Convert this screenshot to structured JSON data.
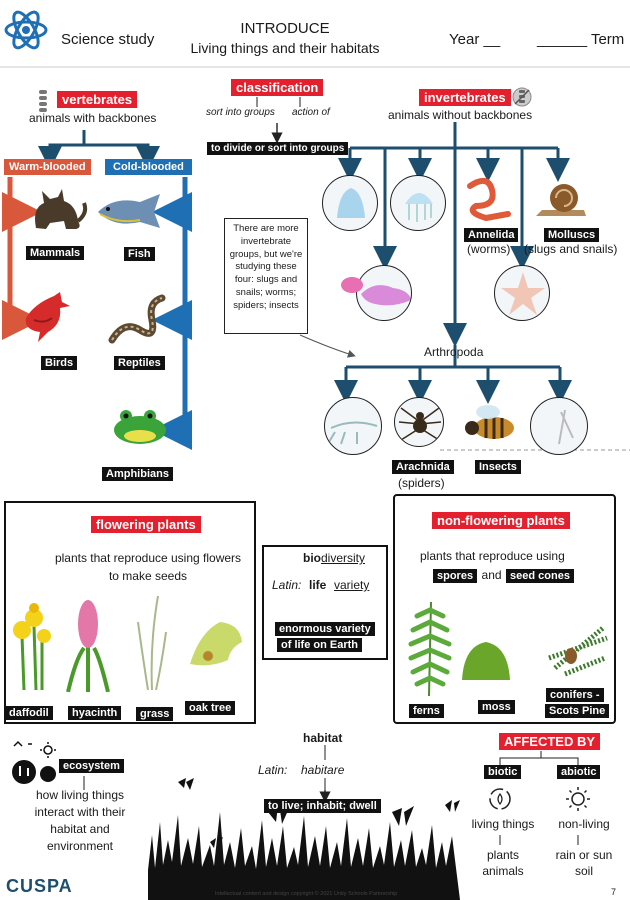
{
  "header": {
    "title": "INTRODUCE",
    "subtitle": "Living things and their habitats",
    "science": "Science study",
    "year": "Year __",
    "term": "______ Term"
  },
  "vertebrates": {
    "label": "vertebrates",
    "desc": "animals with backbones",
    "warm": "Warm-blooded",
    "cold": "Cold-blooded",
    "groups": [
      "Mammals",
      "Fish",
      "Birds",
      "Reptiles",
      "Amphibians"
    ]
  },
  "classification": {
    "label": "classification",
    "sort": "sort into groups",
    "action": "action of",
    "meaning": "to divide or sort into groups"
  },
  "invertebrates": {
    "label": "invertebrates",
    "desc": "animals without backbones",
    "annelida": "Annelida",
    "annelida_sub": "(worms)",
    "molluscs": "Molluscs",
    "molluscs_sub": "(slugs and snails)",
    "note": "There are more invertebrate groups, but we're studying these four: slugs and snails; worms; spiders; insects",
    "arthropoda": "Arthropoda",
    "arachnida": "Arachnida",
    "arachnida_sub": "(spiders)",
    "insects": "Insects"
  },
  "flowering": {
    "label": "flowering plants",
    "desc1": "plants that reproduce using flowers",
    "desc2": "to make seeds",
    "plants": [
      "daffodil",
      "hyacinth",
      "grass",
      "oak tree"
    ]
  },
  "biodiversity": {
    "word_prefix": "bio",
    "word_rest": "diversity",
    "latin": "Latin:",
    "life": "life",
    "variety": "variety",
    "meaning1": "enormous variety",
    "meaning2": "of life on Earth"
  },
  "nonflowering": {
    "label": "non-flowering plants",
    "desc": "plants that reproduce using",
    "spores": "spores",
    "and": "and",
    "cones": "seed cones",
    "plants": [
      "ferns",
      "moss",
      "conifers -",
      "Scots Pine"
    ]
  },
  "ecosystem": {
    "label": "ecosystem",
    "desc": [
      "how living things",
      "interact with their",
      "habitat and",
      "environment"
    ]
  },
  "habitat": {
    "label": "habitat",
    "latin": "Latin:",
    "word": "habitare",
    "meaning": "to live; inhabit; dwell"
  },
  "affected": {
    "label": "AFFECTED BY",
    "biotic": "biotic",
    "abiotic": "abiotic",
    "living": "living things",
    "nonliving": "non-living",
    "plants": "plants",
    "animals": "animals",
    "rain": "rain or sun",
    "soil": "soil"
  },
  "footer": {
    "logo": "CUSPA",
    "copyright": "Intellectual content and design copyright © 2021 Unity Schools Partnership",
    "page": "7"
  },
  "colors": {
    "red": "#e5202e",
    "blue": "#1f6fb5",
    "navy": "#1d4e6e",
    "orange": "#d9573b"
  }
}
